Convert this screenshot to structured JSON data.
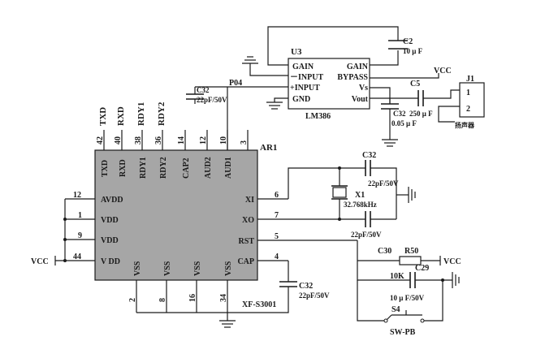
{
  "u3": {
    "ref": "U3",
    "part": "LM386",
    "pins": {
      "gain_l": "GAIN",
      "gain_r": "GAIN",
      "input_neg": "－INPUT",
      "bypass": "BYPASS",
      "input_pos": "+INPUT",
      "vs": "Vs",
      "gnd": "GND",
      "vout": "Vout"
    }
  },
  "ar1": {
    "ref": "AR1",
    "part": "XF-S3001",
    "top_pins": [
      {
        "num": "42",
        "name": "TXD"
      },
      {
        "num": "40",
        "name": "RXD"
      },
      {
        "num": "38",
        "name": "RDY1"
      },
      {
        "num": "36",
        "name": "RDY2"
      },
      {
        "num": "14",
        "name": "CAP2"
      },
      {
        "num": "12",
        "name": "AUD2"
      },
      {
        "num": "10",
        "name": "AUD1"
      },
      {
        "num": "3",
        "name": ""
      }
    ],
    "left_pins": [
      {
        "num": "12",
        "name": "AVDD"
      },
      {
        "num": "1",
        "name": "VDD"
      },
      {
        "num": "9",
        "name": "VDD"
      },
      {
        "num": "44",
        "name": "V DD"
      }
    ],
    "right_pins": [
      {
        "num": "6",
        "name": "XI"
      },
      {
        "num": "7",
        "name": "XO"
      },
      {
        "num": "5",
        "name": "RST"
      },
      {
        "num": "4",
        "name": "CAP"
      }
    ],
    "bottom_pins": [
      {
        "num": "2",
        "name": "VSS"
      },
      {
        "num": "8",
        "name": "VSS"
      },
      {
        "num": "16",
        "name": "VSS"
      },
      {
        "num": "34",
        "name": "VSS"
      }
    ]
  },
  "nets": {
    "p04": "P04",
    "vcc_left": "VCC",
    "vcc_top": "VCC",
    "vcc_rst": "VCC"
  },
  "parts": {
    "c2_ref": "C2",
    "c2_val": "10 μ F",
    "c5_ref": "C5",
    "c5_val": "250 μ F",
    "c32_a_ref": "C32",
    "c32_a_val": "22pF/50V",
    "c32_b_ref": "C32",
    "c32_b_val": "22pF/50V",
    "c32_c_val": "22pF/50V",
    "c32_d_ref": "C32",
    "c32_d_val": "22pF/50V",
    "c32_e_ref": "C32",
    "c32_e_val": "0.05 μ F",
    "x1_ref": "X1",
    "x1_val": "32.768kHz",
    "c30_ref": "C30",
    "r50_ref": "R50",
    "r50_val": "10K",
    "c29_ref": "C29",
    "c29_val": "10 μ F/50V",
    "s4_ref": "S4",
    "s4_val": "SW-PB",
    "j1_ref": "J1",
    "j1_pin1": "1",
    "j1_pin2": "2",
    "j1_name": "扬声器"
  }
}
